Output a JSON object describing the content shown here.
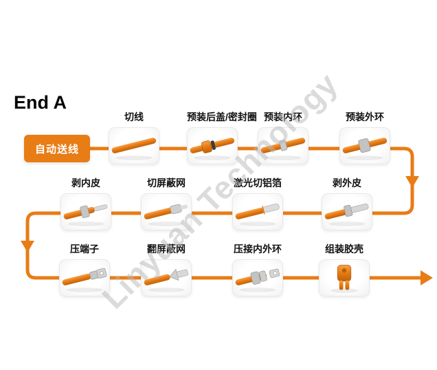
{
  "title": "End A",
  "watermark": "Linyuan Technology",
  "colors": {
    "accent": "#e87c15",
    "label_text": "#111111",
    "watermark_gray": "#cdcdcd"
  },
  "start": {
    "label": "自动送线"
  },
  "rows": [
    {
      "steps": [
        {
          "label": "切线",
          "icon": "cable-plain"
        },
        {
          "label": "预装后盖/密封圈",
          "icon": "cable-rear-cover"
        },
        {
          "label": "预装内环",
          "icon": "cable-inner-ring"
        },
        {
          "label": "预装外环",
          "icon": "cable-outer-ring"
        }
      ]
    },
    {
      "steps": [
        {
          "label": "剥内皮",
          "icon": "cable-strip-inner"
        },
        {
          "label": "切屏蔽网",
          "icon": "cable-cut-shield"
        },
        {
          "label": "激光切铝箔",
          "icon": "cable-laser-foil"
        },
        {
          "label": "剥外皮",
          "icon": "cable-strip-outer"
        }
      ]
    },
    {
      "steps": [
        {
          "label": "压端子",
          "icon": "cable-crimp-terminal"
        },
        {
          "label": "翻屏蔽网",
          "icon": "cable-fold-shield"
        },
        {
          "label": "压接内外环",
          "icon": "cable-crimp-rings"
        },
        {
          "label": "组装胶壳",
          "icon": "connector-shell"
        }
      ]
    }
  ]
}
